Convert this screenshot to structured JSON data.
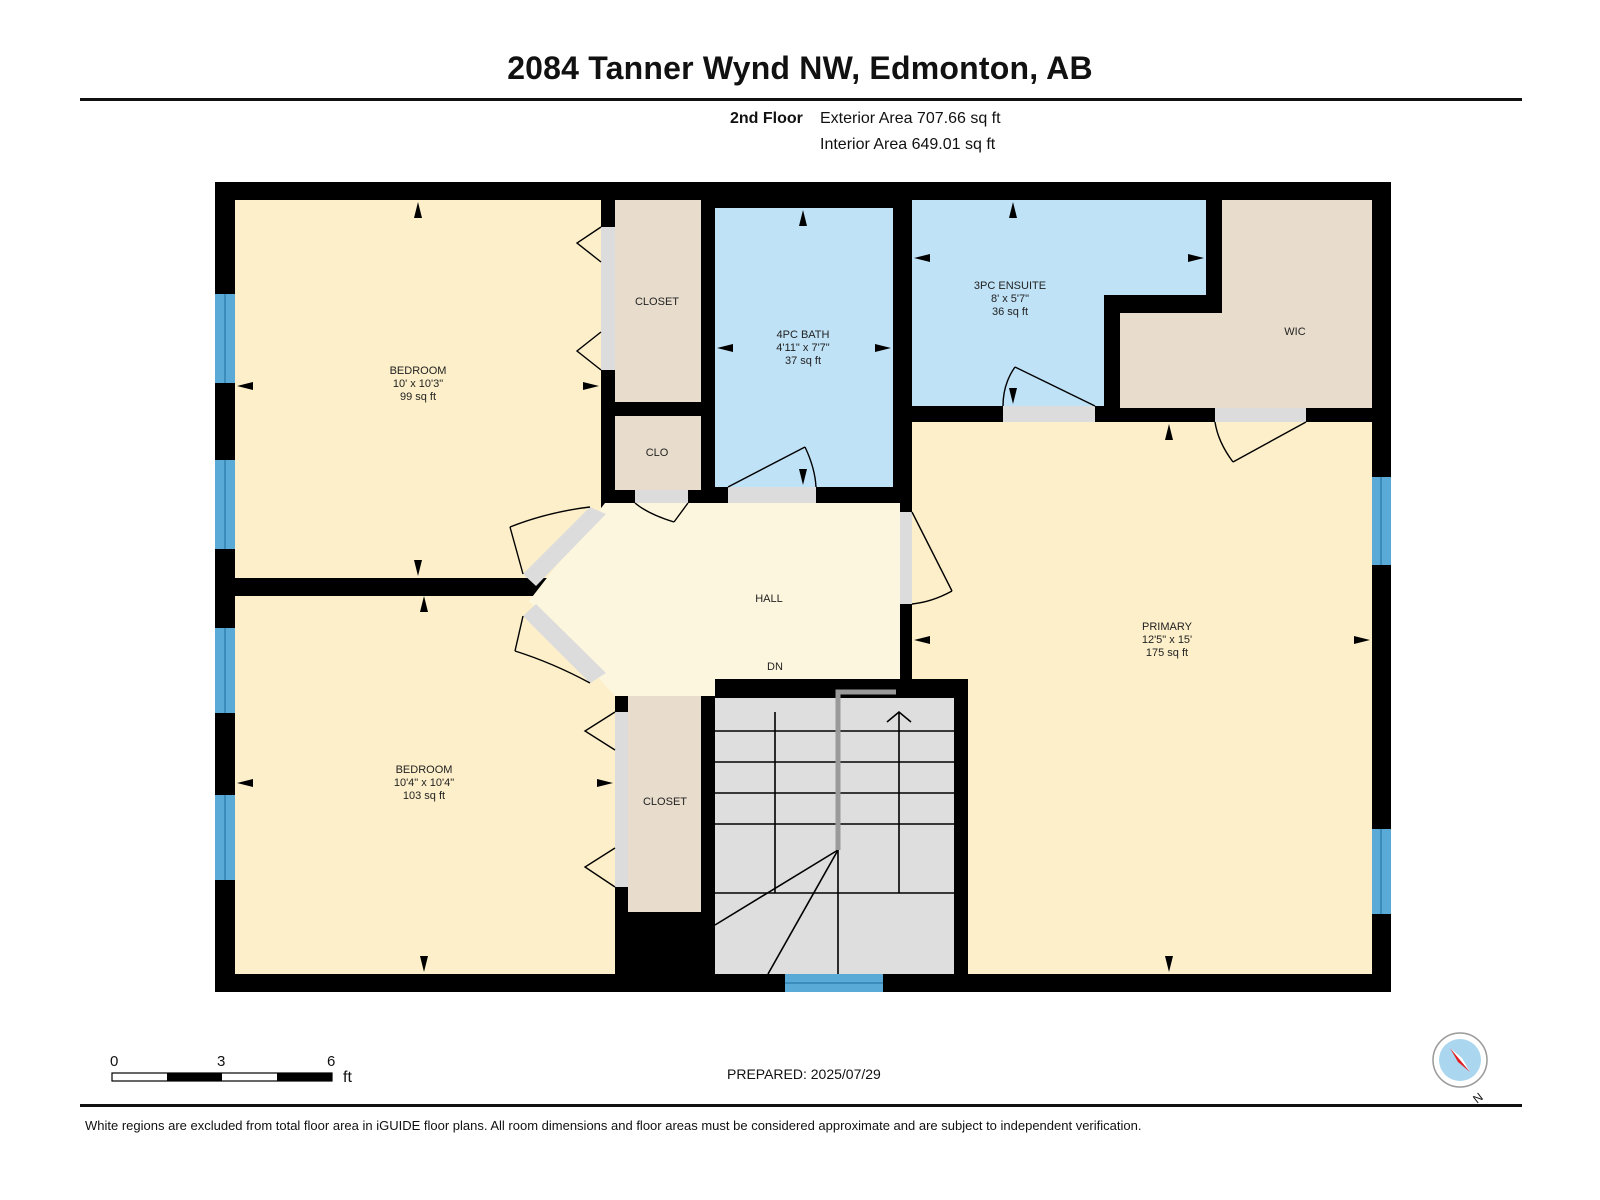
{
  "title": "2084 Tanner Wynd NW, Edmonton, AB",
  "floor": {
    "name": "2nd Floor",
    "exterior_area": "Exterior Area 707.66 sq ft",
    "interior_area": "Interior Area 649.01 sq ft"
  },
  "rooms": {
    "bedroom1": {
      "name": "BEDROOM",
      "dims": "10' x 10'3\"",
      "area": "99 sq ft"
    },
    "bedroom2": {
      "name": "BEDROOM",
      "dims": "10'4\" x 10'4\"",
      "area": "103 sq ft"
    },
    "bath": {
      "name": "4PC BATH",
      "dims": "4'11\" x 7'7\"",
      "area": "37 sq ft"
    },
    "ensuite": {
      "name": "3PC ENSUITE",
      "dims": "8' x 5'7\"",
      "area": "36 sq ft"
    },
    "primary": {
      "name": "PRIMARY",
      "dims": "12'5\" x 15'",
      "area": "175 sq ft"
    },
    "closet1": {
      "name": "CLOSET"
    },
    "closet2": {
      "name": "CLOSET"
    },
    "clo": {
      "name": "CLO"
    },
    "wic": {
      "name": "WIC"
    },
    "hall": {
      "name": "HALL"
    },
    "dn": {
      "name": "DN"
    }
  },
  "scale": {
    "t0": "0",
    "t3": "3",
    "t6": "6",
    "unit": "ft"
  },
  "prepared": "PREPARED: 2025/07/29",
  "compass": {
    "label": "N"
  },
  "disclaimer": "White regions are excluded from total floor area in iGUIDE floor plans. All room dimensions and floor areas must be considered approximate and are subject to independent verification.",
  "colors": {
    "bedroom": "#fcefc9",
    "bath": "#bfe2f7",
    "closet": "#e8ddcc",
    "hall": "#fdf6de",
    "stairs": "#dedede",
    "wall": "#000000",
    "window": "#5aaad8"
  }
}
